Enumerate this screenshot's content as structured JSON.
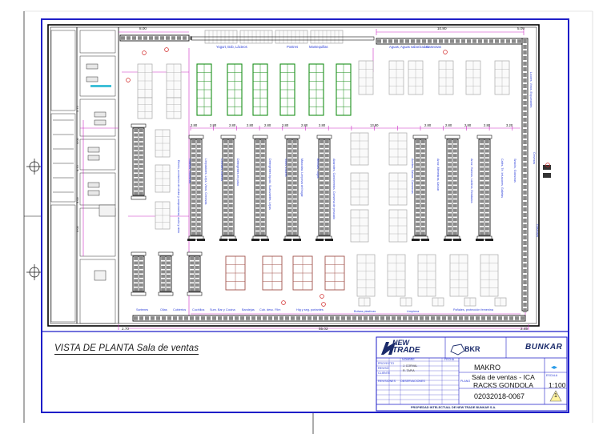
{
  "top_dims": [
    "8.00",
    "10.80",
    "5.09"
  ],
  "bottom_dims": [
    "2.70",
    "55.02",
    "2.45"
  ],
  "row_dims": [
    "2.80",
    "2.80",
    "2.80",
    "2.80",
    "2.80",
    "2.80",
    "2.80",
    "2.80",
    "13.80",
    "2.80",
    "2.80",
    "2.80",
    "2.80",
    "3.20"
  ],
  "left_dims": [
    "5.75",
    "4.05",
    "4.75",
    "3.05",
    "3.05"
  ],
  "top_labels": [
    "Yogurt, Bob, Lácteos",
    "Postres",
    "Mantequillas",
    "Aguas, Aguas saborizadas",
    "Gaseosas"
  ],
  "aisle_labels": [
    "Limpiadores, Lejía, Vinos, Cervezas",
    "Detergentes en polvo",
    "Detergentes liquido, Suavizantes, Lejias",
    "Mascotas, Limpieza del hogar",
    "Abarrotes, Condimentos, Conserva de pescado",
    "Aceites, Salsas, Conservas",
    "Arroz, Menestras, Azúcar",
    "Arroz, Harinas, Lácteos, Enlatados",
    "Cafés, Té, Infusiones, Galletas",
    "Snacks, Golosinas",
    "Galletas, Golosinas",
    "Cereales, Avenas",
    "Vinos, Licores",
    "Bebidas, Jugos"
  ],
  "bottom_labels": [
    "Sartenes",
    "Ollas",
    "Cubiertos",
    "Cuchillos",
    "Sum. Bar y Cocina",
    "Bandejas",
    "Cub. desc. Film",
    "Hig y seg. portantes",
    "Bolsas plasticas",
    "Limpieza",
    "Pañales, protección femenina"
  ],
  "left_vertical_labels": [
    "Electro, accesorios de celular y computadoras, audio y video"
  ],
  "right_vertical_labels": [
    "Licores, Vinos, Espumantes",
    "Cervezas",
    "Gaseosas"
  ],
  "caption": "VISTA DE PLANTA Sala de ventas",
  "title_block": {
    "logo_newtrade_top": "NEW",
    "logo_newtrade_bottom": "TRADE",
    "logo_bkr": "BKR",
    "logo_bunkar": "BUNKAR",
    "client": "MAKRO",
    "project_line1": "Sala de ventas - ICA",
    "project_line2": "RACKS GONDOLA",
    "scale": "1:100",
    "drawing_number": "02032018-0067",
    "sheet": "1",
    "drawn_by": "J. CORVAL",
    "checked_by": "R. TAPIA",
    "field_labels": [
      "NOMBRE",
      "FECHA",
      "PROYECTO",
      "REVISÓ",
      "CLIENTE",
      "PLANO",
      "ESCALA",
      "REVISIONES",
      "OBSERVACIONES"
    ],
    "footer": "PROPIEDAD INTELECTUAL DE NEW TRADE BUNKAR S.A."
  },
  "colors": {
    "frame": "#1e1ec8",
    "walls": "#000000",
    "dims": "#cc2bc4",
    "rack": "#111111",
    "rack_fill": "#8a8a8a",
    "green": "#1a8f1a",
    "brown": "#a0524a",
    "gray": "#a8a8a8",
    "label": "#2c3fd8",
    "red_marker": "#d02020"
  }
}
